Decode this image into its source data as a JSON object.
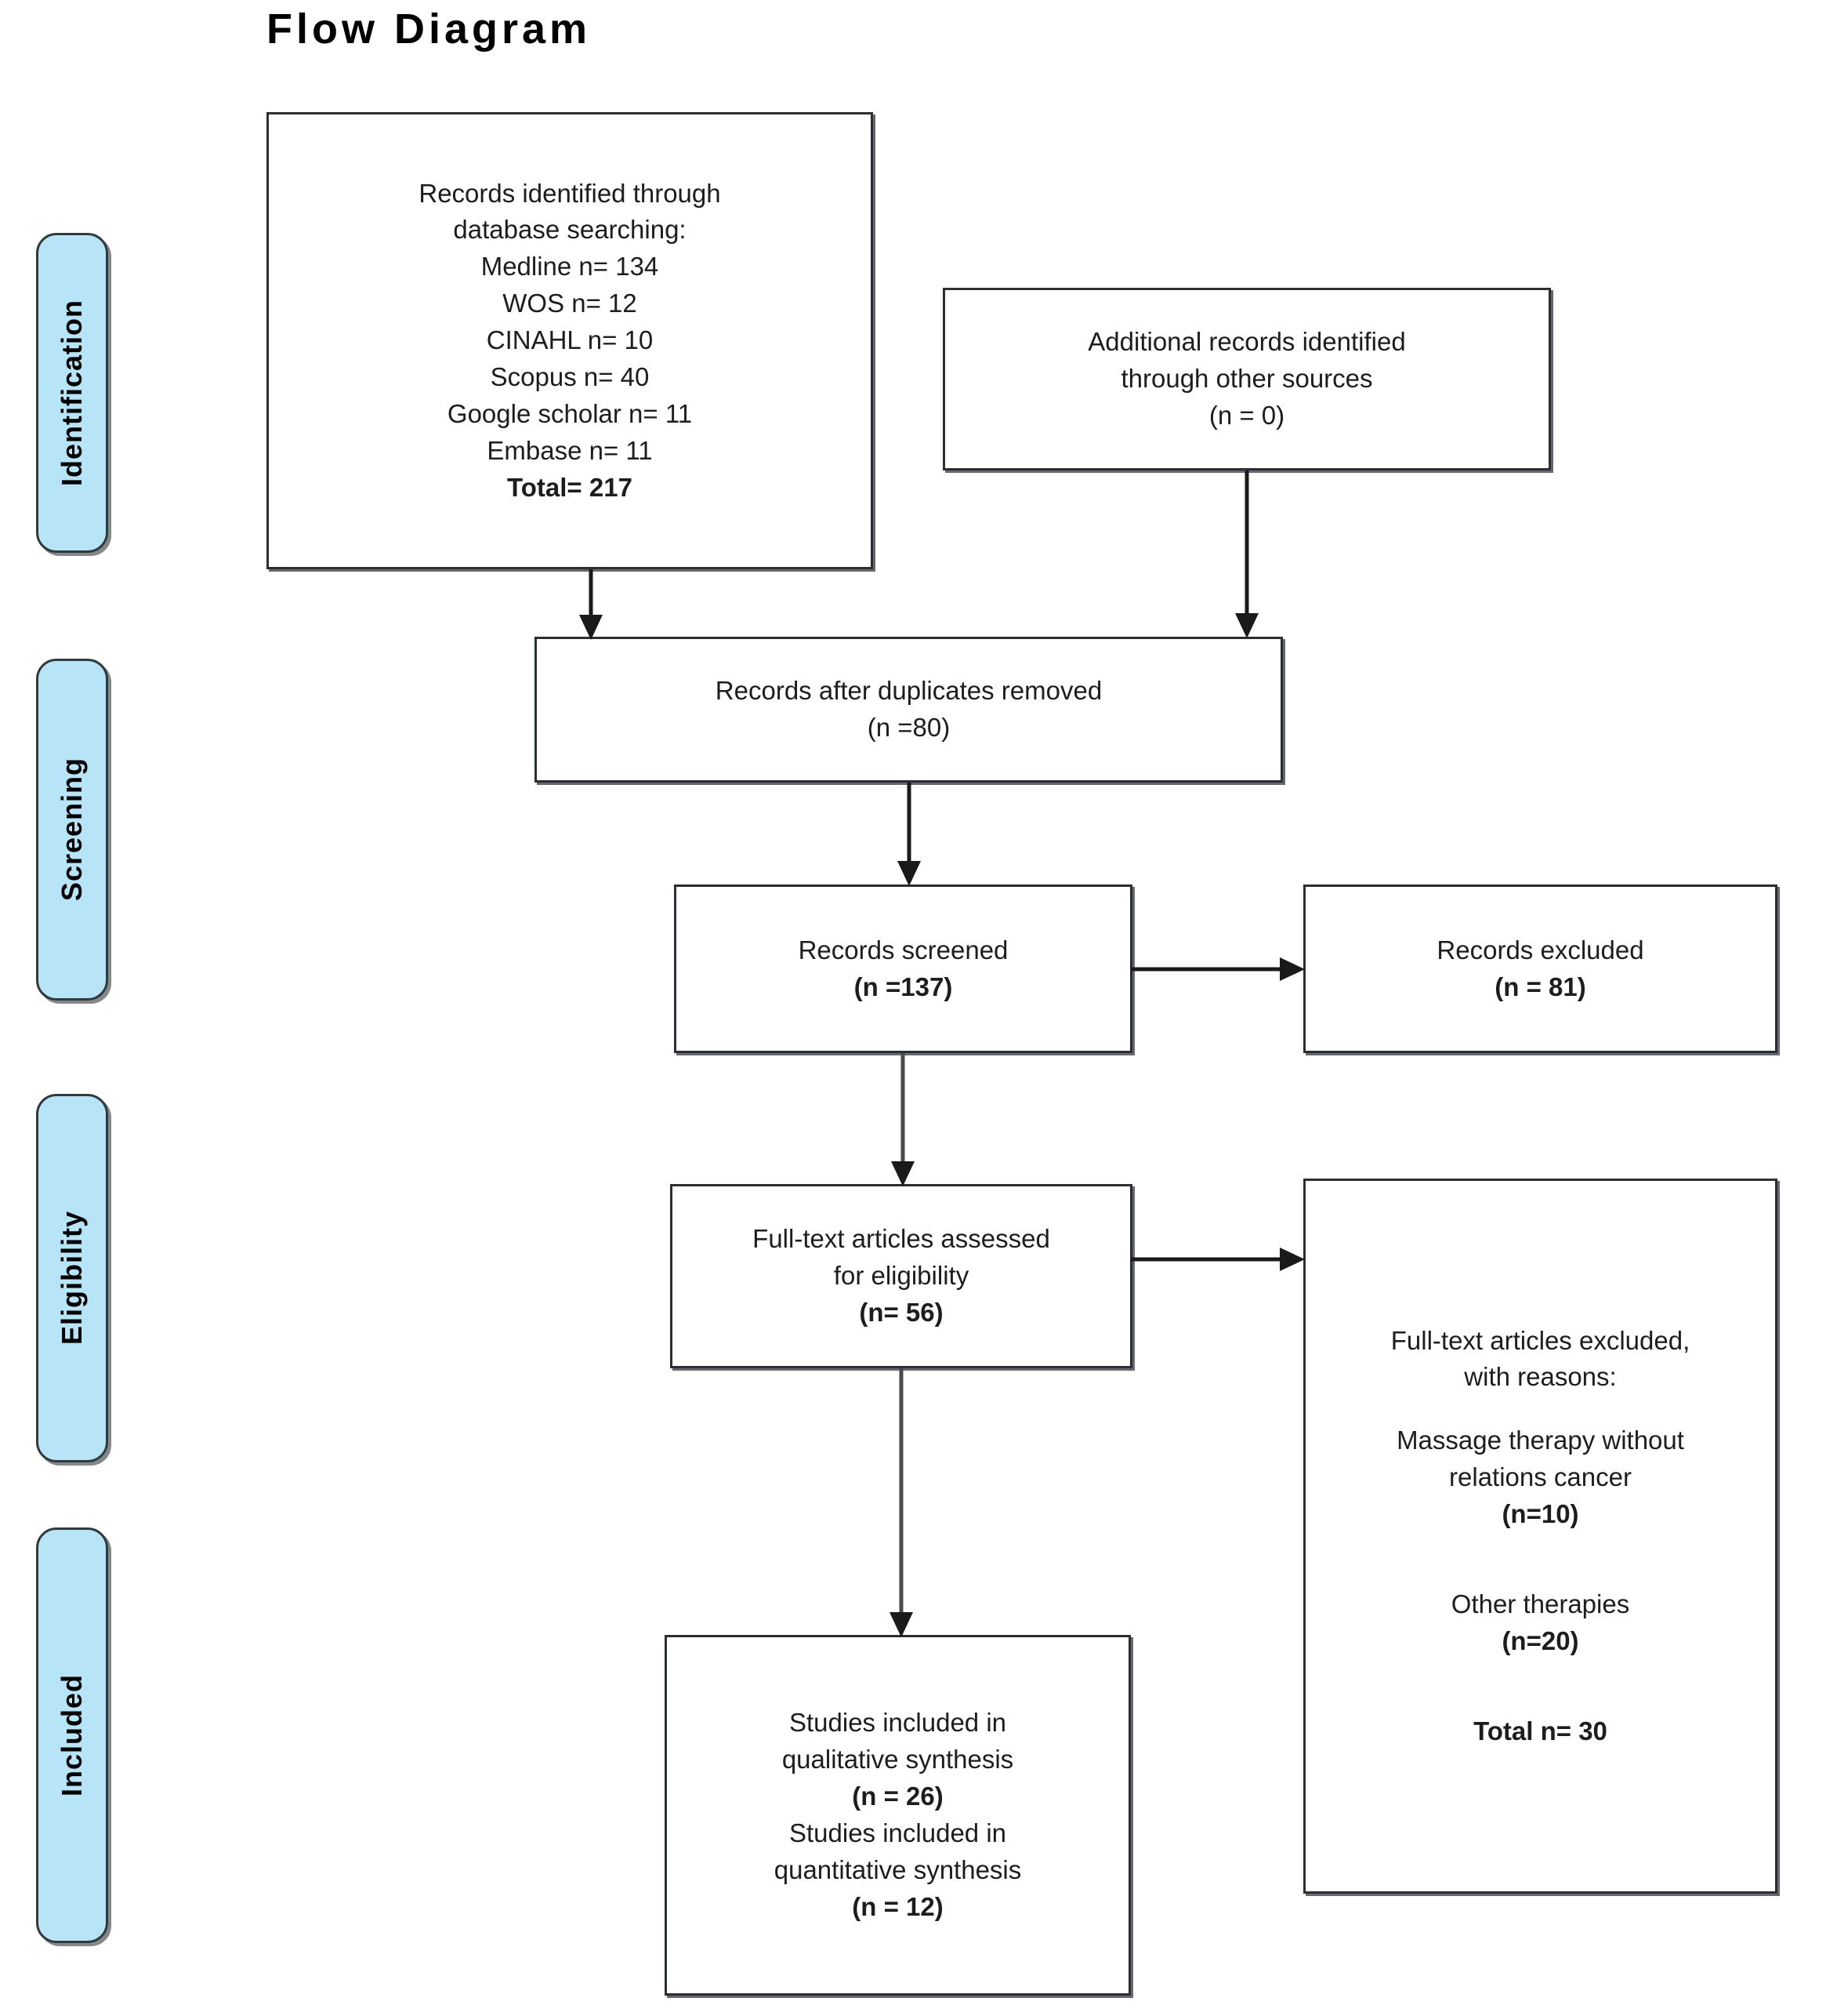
{
  "title": "Flow Diagram",
  "stages": [
    {
      "id": "identification",
      "label": "Identification"
    },
    {
      "id": "screening",
      "label": "Screening"
    },
    {
      "id": "eligibility",
      "label": "Eligibility"
    },
    {
      "id": "included",
      "label": "Included"
    }
  ],
  "colors": {
    "stage_fill": "#b7e4f7",
    "stage_border": "#31393d",
    "box_border": "#2b2f33",
    "box_fill": "#ffffff",
    "text": "#1d1d1d"
  },
  "boxes": {
    "identified": {
      "lines": [
        "Records identified through",
        "database searching:",
        "Medline n= 134",
        "WOS n= 12",
        "CINAHL n= 10",
        "Scopus n= 40",
        "Google scholar n= 11",
        "Embase n= 11",
        "Total= 217"
      ],
      "bold_lines": [
        8
      ]
    },
    "additional": {
      "lines": [
        "Additional records identified",
        "through other sources",
        "(n = 0)"
      ],
      "bold_lines": []
    },
    "duplicates_removed": {
      "lines": [
        "Records after duplicates removed",
        "(n =80)"
      ],
      "bold_lines": []
    },
    "records_screened": {
      "lines": [
        "Records screened",
        "(n =137)"
      ],
      "bold_lines": [
        1
      ]
    },
    "records_excluded": {
      "lines": [
        "Records excluded",
        "(n = 81)"
      ],
      "bold_lines": [
        1
      ]
    },
    "fulltext_assessed": {
      "lines": [
        "Full-text articles assessed",
        "for eligibility",
        "(n= 56)"
      ],
      "bold_lines": [
        2
      ]
    },
    "fulltext_excluded": {
      "lines": [
        "Full-text articles excluded,",
        "with reasons:",
        "",
        "Massage therapy without",
        "relations cancer",
        "(n=10)",
        "",
        "",
        "Other therapies",
        "(n=20)",
        "",
        "",
        "Total n= 30"
      ],
      "bold_lines": [
        5,
        9,
        12
      ],
      "blank_lines": [
        2,
        6,
        7,
        10,
        11
      ]
    },
    "studies_included": {
      "lines": [
        "Studies included in",
        "qualitative synthesis",
        "(n = 26)",
        "Studies included in",
        "quantitative synthesis",
        "(n = 12)"
      ],
      "bold_lines": [
        2,
        5
      ]
    }
  },
  "connectors": [
    {
      "id": "identified-to-duplicates",
      "from": "identified",
      "to": "duplicates_removed"
    },
    {
      "id": "additional-to-duplicates",
      "from": "additional",
      "to": "duplicates_removed"
    },
    {
      "id": "duplicates-to-screened",
      "from": "duplicates_removed",
      "to": "records_screened"
    },
    {
      "id": "screened-to-excluded",
      "from": "records_screened",
      "to": "records_excluded"
    },
    {
      "id": "screened-to-fulltext",
      "from": "records_screened",
      "to": "fulltext_assessed"
    },
    {
      "id": "fulltext-to-fulltext-excluded",
      "from": "fulltext_assessed",
      "to": "fulltext_excluded"
    },
    {
      "id": "fulltext-to-included",
      "from": "fulltext_assessed",
      "to": "studies_included"
    }
  ]
}
